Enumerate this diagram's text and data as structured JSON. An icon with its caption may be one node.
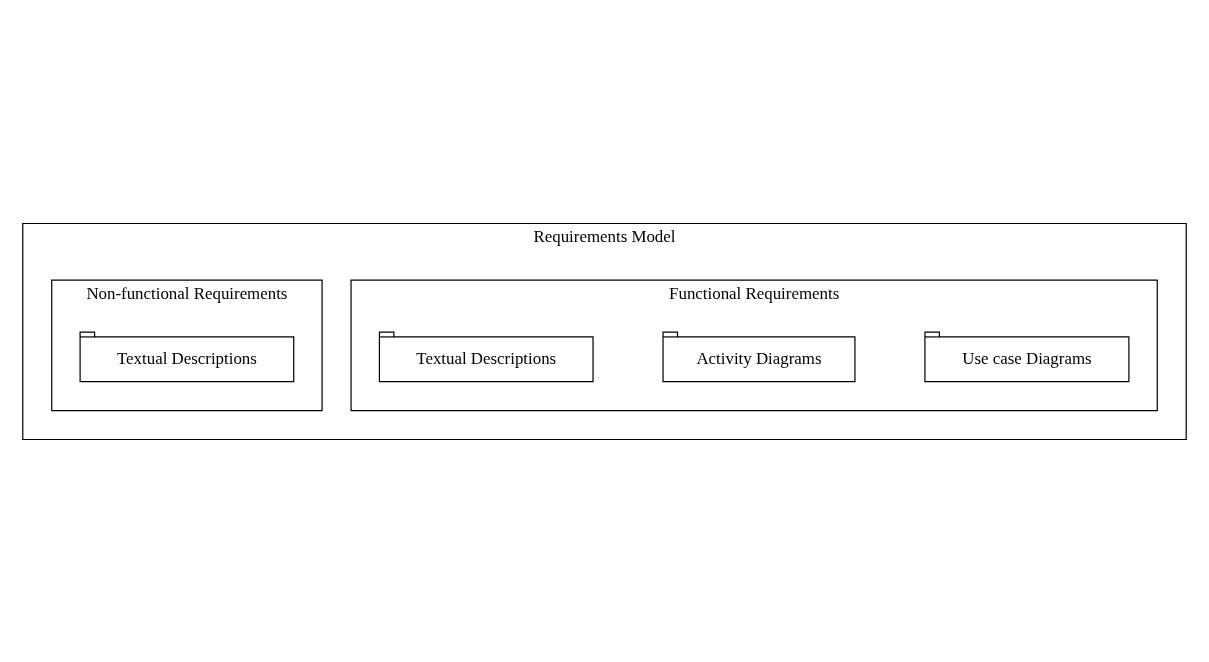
{
  "diagram": {
    "nodes": [
      {
        "text": [
          "Requirements Model"
        ]
      },
      {
        "text": [
          "Functional Requirements"
        ],
        "in": 0
      },
      {
        "text": [
          "Use case Diagrams"
        ],
        "in": 1
      },
      {
        "text": [
          "Activity Diagrams"
        ],
        "in": 1
      },
      {
        "text": [
          "Textual Descriptions"
        ],
        "in": 1
      },
      {
        "text": [
          "Non-functional Requirements"
        ],
        "in": 0
      },
      {
        "text": [
          "Textual Descriptions"
        ],
        "in": 5
      }
    ]
  }
}
